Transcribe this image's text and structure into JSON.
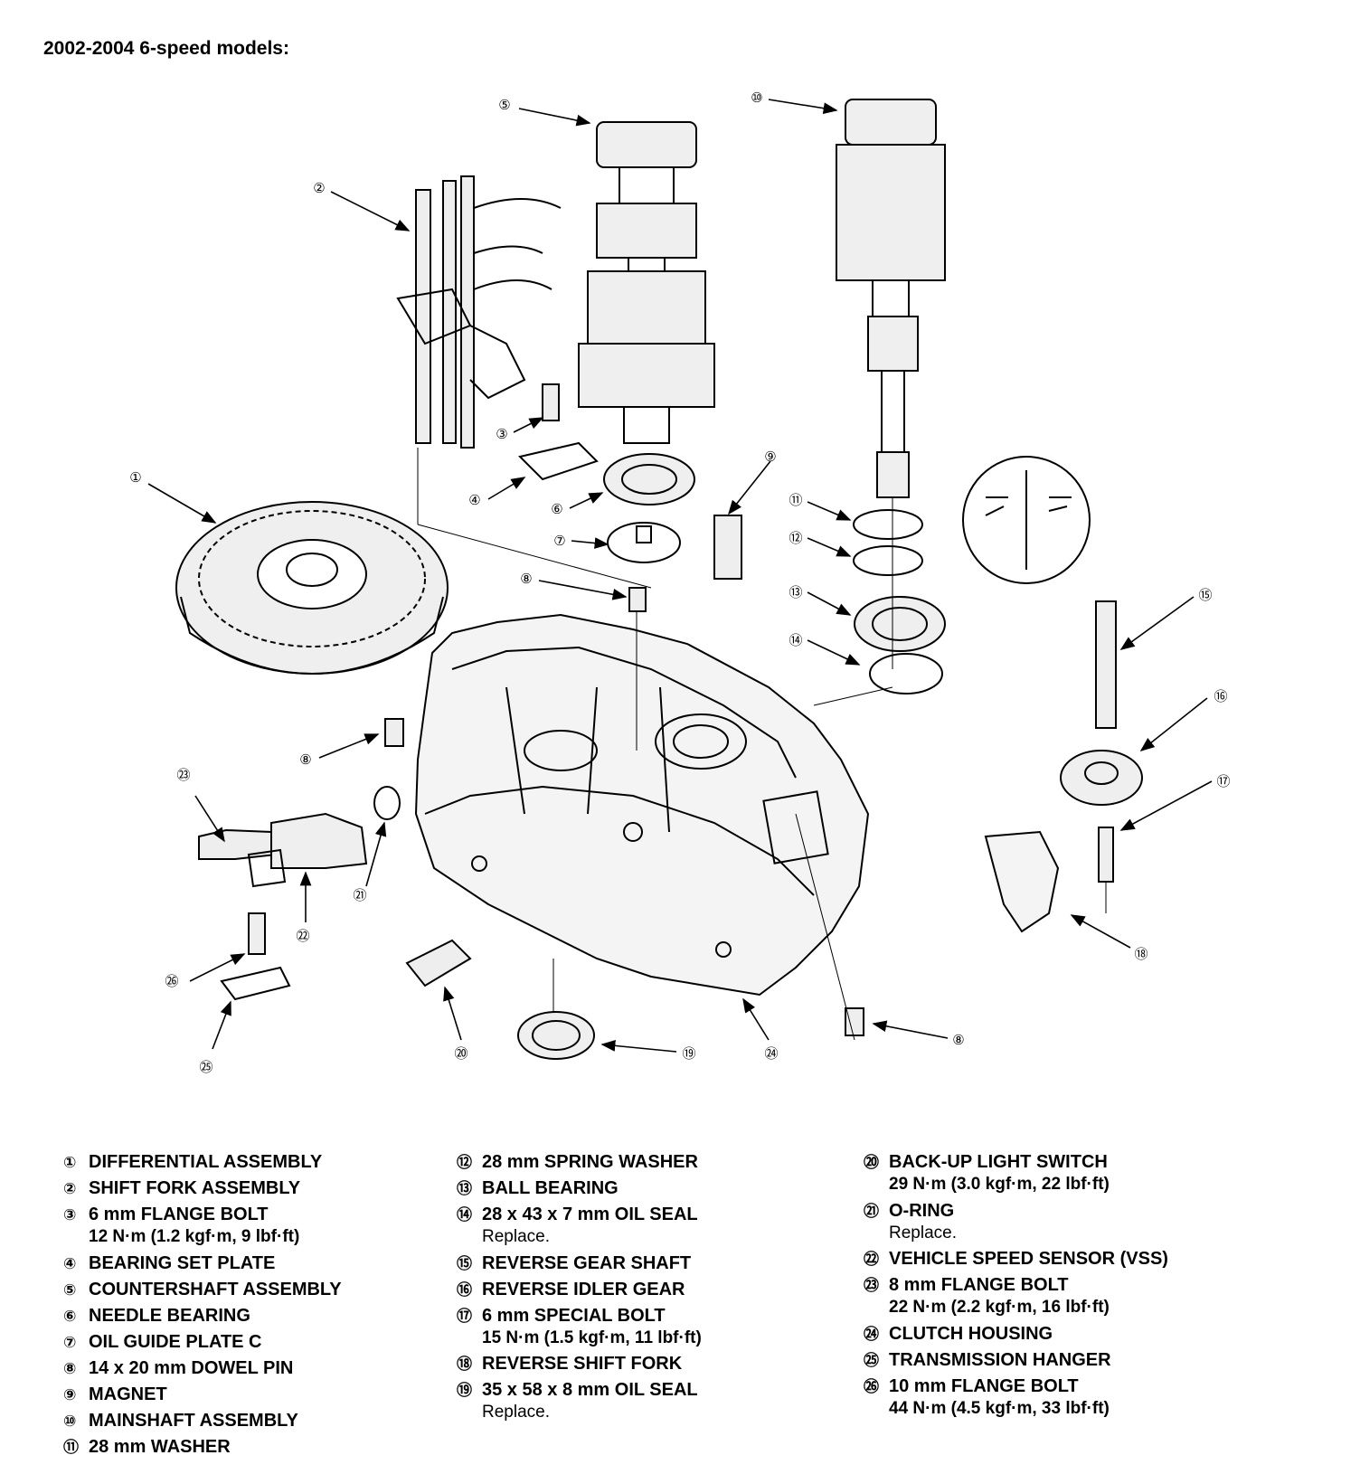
{
  "heading": "2002-2004 6-speed models:",
  "parts": [
    {
      "num": "①",
      "name": "DIFFERENTIAL ASSEMBLY"
    },
    {
      "num": "②",
      "name": "SHIFT FORK ASSEMBLY"
    },
    {
      "num": "③",
      "name": "6 mm FLANGE BOLT",
      "spec": "12 N·m (1.2 kgf·m, 9 lbf·ft)"
    },
    {
      "num": "④",
      "name": "BEARING SET PLATE"
    },
    {
      "num": "⑤",
      "name": "COUNTERSHAFT ASSEMBLY"
    },
    {
      "num": "⑥",
      "name": "NEEDLE BEARING"
    },
    {
      "num": "⑦",
      "name": "OIL GUIDE PLATE C"
    },
    {
      "num": "⑧",
      "name": "14 x 20 mm DOWEL PIN"
    },
    {
      "num": "⑨",
      "name": "MAGNET"
    },
    {
      "num": "⑩",
      "name": "MAINSHAFT ASSEMBLY"
    },
    {
      "num": "⑪",
      "name": "28 mm WASHER"
    },
    {
      "num": "⑫",
      "name": "28 mm SPRING WASHER"
    },
    {
      "num": "⑬",
      "name": "BALL BEARING"
    },
    {
      "num": "⑭",
      "name": "28 x 43 x 7 mm OIL SEAL",
      "note": "Replace."
    },
    {
      "num": "⑮",
      "name": "REVERSE GEAR SHAFT"
    },
    {
      "num": "⑯",
      "name": "REVERSE IDLER GEAR"
    },
    {
      "num": "⑰",
      "name": "6 mm SPECIAL BOLT",
      "spec": "15 N·m (1.5 kgf·m, 11 lbf·ft)"
    },
    {
      "num": "⑱",
      "name": "REVERSE SHIFT FORK"
    },
    {
      "num": "⑲",
      "name": "35 x 58 x 8 mm OIL SEAL",
      "note": "Replace."
    },
    {
      "num": "⑳",
      "name": "BACK-UP LIGHT SWITCH",
      "spec": "29 N·m (3.0 kgf·m, 22 lbf·ft)"
    },
    {
      "num": "㉑",
      "name": "O-RING",
      "note": "Replace."
    },
    {
      "num": "㉒",
      "name": "VEHICLE SPEED SENSOR (VSS)"
    },
    {
      "num": "㉓",
      "name": "8 mm FLANGE BOLT",
      "spec": "22 N·m (2.2 kgf·m, 16 lbf·ft)"
    },
    {
      "num": "㉔",
      "name": "CLUTCH HOUSING"
    },
    {
      "num": "㉕",
      "name": "TRANSMISSION HANGER"
    },
    {
      "num": "㉖",
      "name": "10 mm FLANGE BOLT",
      "spec": "44 N·m (4.5 kgf·m, 33 lbf·ft)"
    }
  ],
  "callouts": [
    {
      "label": "①"
    },
    {
      "label": "②"
    },
    {
      "label": "③"
    },
    {
      "label": "④"
    },
    {
      "label": "⑤"
    },
    {
      "label": "⑥"
    },
    {
      "label": "⑦"
    },
    {
      "label": "⑧"
    },
    {
      "label": "⑨"
    },
    {
      "label": "⑩"
    },
    {
      "label": "⑪"
    },
    {
      "label": "⑫"
    },
    {
      "label": "⑬"
    },
    {
      "label": "⑭"
    },
    {
      "label": "⑮"
    },
    {
      "label": "⑯"
    },
    {
      "label": "⑰"
    },
    {
      "label": "⑱"
    },
    {
      "label": "⑲"
    },
    {
      "label": "⑳"
    },
    {
      "label": "㉑"
    },
    {
      "label": "㉒"
    },
    {
      "label": "㉓"
    },
    {
      "label": "⑧"
    },
    {
      "label": "㉔"
    },
    {
      "label": "㉕"
    },
    {
      "label": "㉖"
    },
    {
      "label": "⑧"
    }
  ]
}
